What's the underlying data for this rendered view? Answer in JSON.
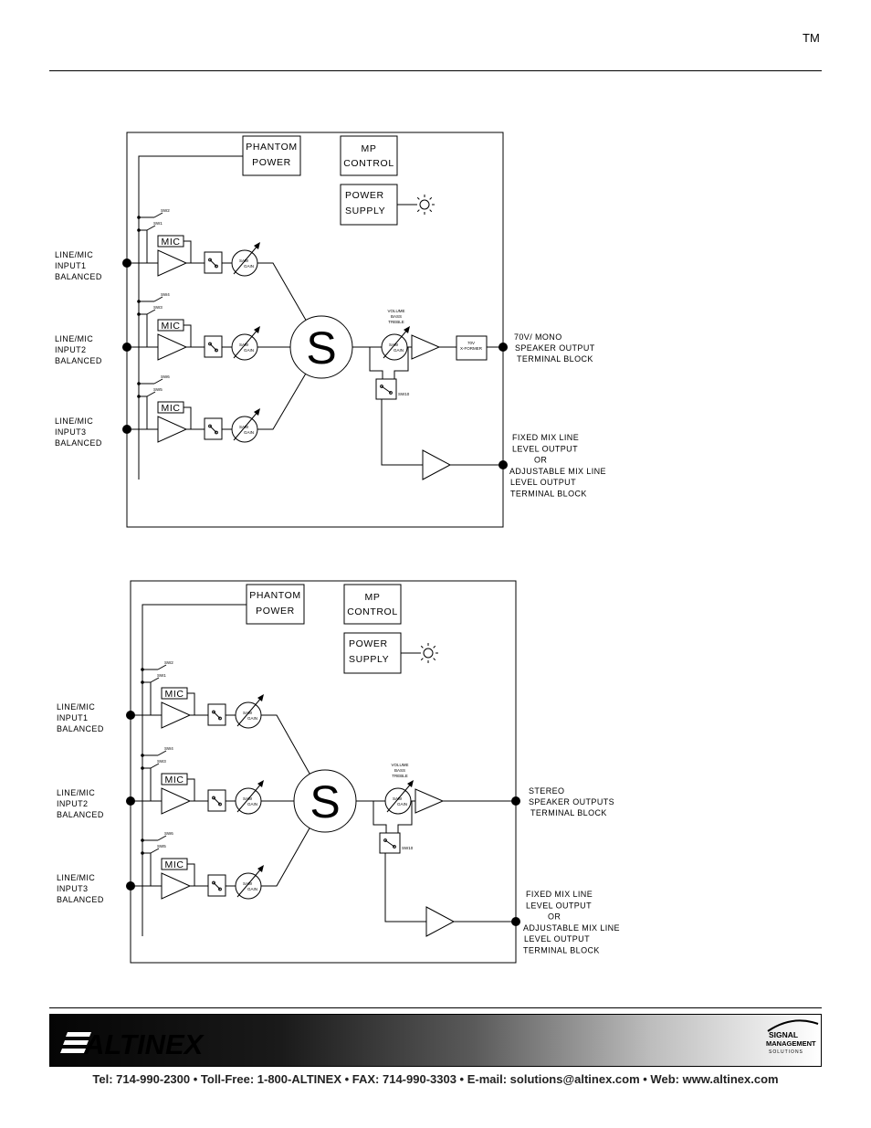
{
  "header": {
    "trademark": "TM"
  },
  "diagram_top": {
    "phantom": [
      "PHANTOM",
      "POWER"
    ],
    "mp": [
      "MP",
      "CONTROL"
    ],
    "power": [
      "POWER",
      "SUPPLY"
    ],
    "mic": "MIC",
    "inputs": [
      [
        "LINE/MIC",
        "INPUT1",
        "BALANCED"
      ],
      [
        "LINE/MIC",
        "INPUT2",
        "BALANCED"
      ],
      [
        "LINE/MIC",
        "INPUT3",
        "BALANCED"
      ]
    ],
    "sum": "S",
    "tone": [
      "VOLUME",
      "BASS",
      "TREBLE"
    ],
    "xformer": [
      "70V",
      "X-FORMER"
    ],
    "speaker_out": [
      "70V/ MONO",
      "SPEAKER OUTPUT",
      "TERMINAL BLOCK"
    ],
    "line_out": [
      "FIXED MIX LINE",
      "LEVEL OUTPUT",
      "OR",
      "ADJUSTABLE  MIX LINE",
      "LEVEL OUTPUT",
      "TERMINAL BLOCK"
    ]
  },
  "diagram_bottom": {
    "phantom": [
      "PHANTOM",
      "POWER"
    ],
    "mp": [
      "MP",
      "CONTROL"
    ],
    "power": [
      "POWER",
      "SUPPLY"
    ],
    "mic": "MIC",
    "inputs": [
      [
        "LINE/MIC",
        "INPUT1",
        "BALANCED"
      ],
      [
        "LINE/MIC",
        "INPUT2",
        "BALANCED"
      ],
      [
        "LINE/MIC",
        "INPUT3",
        "BALANCED"
      ]
    ],
    "sum": "S",
    "tone": [
      "VOLUME",
      "BASS",
      "TREBLE"
    ],
    "speaker_out": [
      "STEREO",
      "SPEAKER OUTPUTS",
      "TERMINAL BLOCK"
    ],
    "line_out": [
      "FIXED MIX LINE",
      "LEVEL OUTPUT",
      "OR",
      "ADJUSTABLE  MIX LINE",
      "LEVEL OUTPUT",
      "TERMINAL BLOCK"
    ]
  },
  "footer": {
    "brand": "ALTINEX",
    "badge": [
      "SIGNAL",
      "MANAGEMENT",
      "SOLUTIONS"
    ],
    "contact": "Tel: 714-990-2300 • Toll-Free: 1-800-ALTINEX • FAX: 714-990-3303 • E-mail: solutions@altinex.com • Web: www.altinex.com"
  }
}
